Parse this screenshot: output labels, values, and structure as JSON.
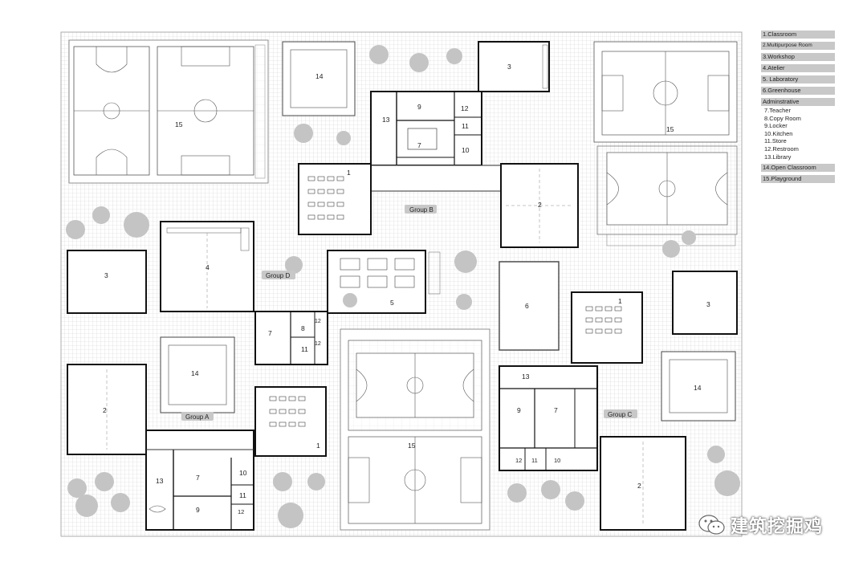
{
  "legend": {
    "items": [
      {
        "key": "classroom",
        "label": "1.Classroom"
      },
      {
        "key": "multipurpose",
        "label": "2.Multipurpose Room",
        "small": true
      },
      {
        "key": "workshop",
        "label": "3.Workshop"
      },
      {
        "key": "atelier",
        "label": "4.Atelier"
      },
      {
        "key": "laboratory",
        "label": "5. Laboratory"
      },
      {
        "key": "greenhouse",
        "label": "6.Greenhouse"
      }
    ],
    "admin": {
      "title": "Adminstrative",
      "items": [
        "7.Teacher",
        "8.Copy Room",
        "9.Locker",
        "10.Kitchen",
        "11.Store",
        "12.Restroom",
        "13.Library"
      ]
    },
    "outdoor": [
      {
        "key": "open-classroom",
        "label": "14.Open Classroom"
      },
      {
        "key": "playground",
        "label": "15.Playground"
      }
    ]
  },
  "groups": {
    "a": "Group A",
    "b": "Group B",
    "c": "Group C",
    "d": "Group D"
  },
  "rooms": {
    "r1": "1",
    "r2": "2",
    "r3": "3",
    "r4": "4",
    "r5": "5",
    "r6": "6",
    "r7": "7",
    "r8": "8",
    "r9": "9",
    "r10": "10",
    "r11": "11",
    "r12": "12",
    "r13": "13",
    "r14": "14",
    "r15": "15"
  },
  "watermark": "建筑挖掘鸡",
  "colors": {
    "line": "#111111",
    "grid": "#d2d2d2",
    "tree": "#c4c4c4",
    "label_bg": "#c8c8c8"
  }
}
